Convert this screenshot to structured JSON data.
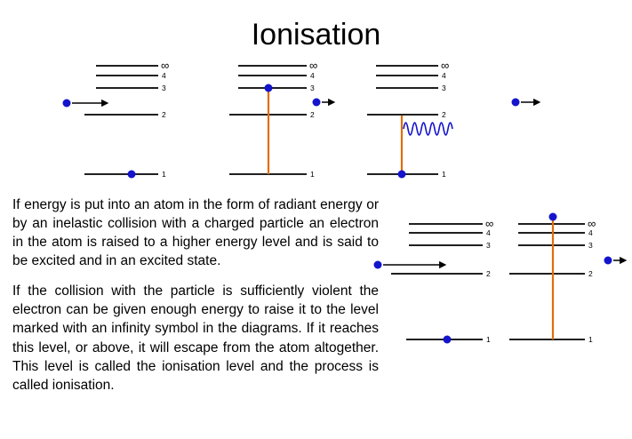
{
  "title": "Ionisation",
  "body": {
    "paragraph1": "If energy is put into an atom in the form of radiant energy or by an inelastic collision with a charged particle an electron in the atom is raised to a higher energy level and is said to be excited and in an excited state.",
    "paragraph2": "If the collision with the particle is sufficiently violent the electron can be given enough energy to raise it to the level marked with an infinity symbol in the diagrams. If it reaches this level, or above, it will escape from the atom altogether. This level is called the ionisation level and the process is called ionisation."
  },
  "levels": {
    "labels": [
      "∞",
      "4",
      "3",
      "2",
      "1"
    ]
  },
  "colors": {
    "electron": "#1414CC",
    "transition": "#E36C09",
    "photon": "#1414CC"
  }
}
